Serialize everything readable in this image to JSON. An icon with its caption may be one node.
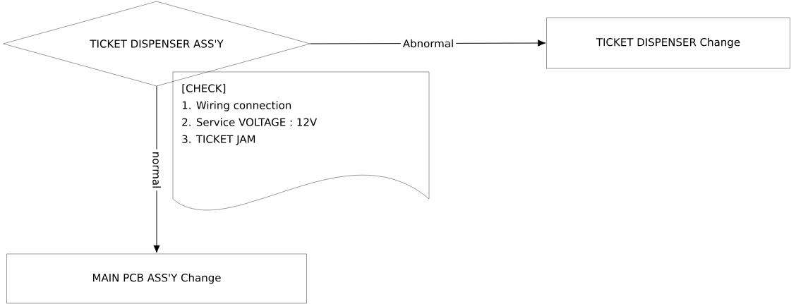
{
  "diagram": {
    "nodes": [
      {
        "text": [
          "TICKET DISPENSER ASS'Y"
        ]
      },
      {
        "text": [
          "TICKET DISPENSER Change"
        ]
      },
      {
        "text": [
          "[CHECK]",
          "1. Wiring connection",
          "2. Service VOLTAGE : 12V",
          "3. TICKET JAM"
        ]
      },
      {
        "text": [
          "MAIN PCB ASS'Y Change"
        ]
      }
    ],
    "edges": [
      {
        "from": 0,
        "to": 1,
        "arrow": "to",
        "label": "Abnormal"
      },
      {
        "from": 0,
        "to": 3,
        "arrow": "to",
        "label": "normal"
      }
    ]
  }
}
